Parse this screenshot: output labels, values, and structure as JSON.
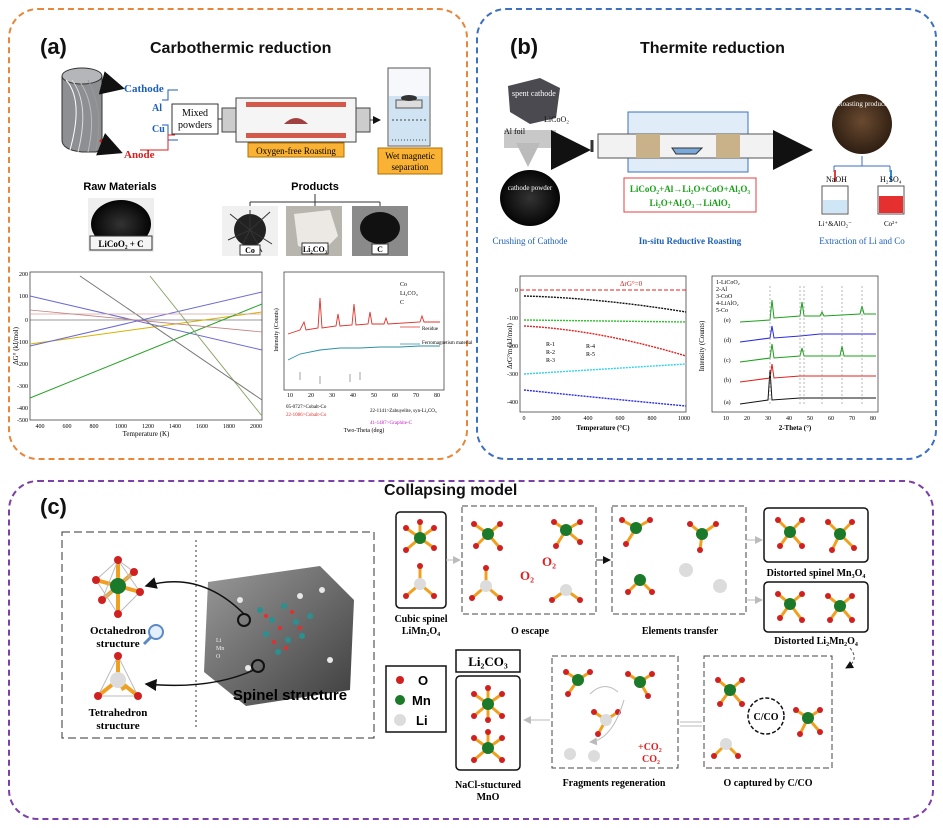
{
  "panel_a": {
    "label": "(a)",
    "title": "Carbothermic reduction",
    "cathode": "Cathode",
    "al": "Al",
    "cu": "Cu",
    "anode": "Anode",
    "mixed": [
      "Mixed",
      "powders"
    ],
    "roasting": "Oxygen-free Roasting",
    "wet": [
      "Wet magnetic",
      "separation"
    ],
    "raw_materials": "Raw Materials",
    "raw_box": "LiCoO₂ + C",
    "products": "Products",
    "prod_co": "Co",
    "prod_li": "Li₂CO₃",
    "prod_c": "C",
    "thermo_ylabel": "ΔG° (kJ/mol)",
    "thermo_xlabel": "Temperature (K)",
    "thermo_yticks": [
      "200",
      "100",
      "0",
      "-100",
      "-200",
      "-300",
      "-400",
      "-500"
    ],
    "thermo_xticks": [
      "400",
      "600",
      "800",
      "1000",
      "1200",
      "1400",
      "1600",
      "1800",
      "2000"
    ],
    "xrd_ylabel": "Intensity (Counts)",
    "xrd_xlabel": "Two-Theta (deg)",
    "xrd_xticks": [
      "10",
      "20",
      "30",
      "40",
      "50",
      "60",
      "70",
      "80"
    ],
    "xrd_legend": [
      "Co",
      "Li₂CO₃",
      "C"
    ],
    "xrd_traces": [
      "Residue",
      "Ferromagnetism material"
    ],
    "xrd_refs": [
      "05-0727>Cobalt-Co",
      "22-1086>Cobalt-Co",
      "22-1141>Zabuyelite, syn-Li₂CO₃",
      "41-1487>Graphite-C"
    ]
  },
  "panel_b": {
    "label": "(b)",
    "title": "Thermite reduction",
    "spent_cathode": "spent cathode",
    "licoo2": "LiCoO₂",
    "al_foil": "Al foil",
    "cathode_powder": "cathode powder",
    "crushing": "Crushing of Cathode",
    "reaction1": "LiCoO₂+Al→Li₂O+CoO+Al₂O₃",
    "reaction2": "Li₂O+Al₂O₃→LiAlO₂",
    "insitu": "In-situ Reductive Roasting",
    "roasting_product": "Roasting product",
    "naoh": "NaOH",
    "h2so4": "H₂SO₄",
    "li_alo2": "Li⁺&AlO₂⁻",
    "co2plus": "Co²⁺",
    "extraction": "Extraction of Li and Co",
    "dg_ylabel": "ΔrG°m (kJ/mol)",
    "dg_xlabel": "Temperature (°C)",
    "dg_zero": "ΔrG°=0",
    "dg_yticks": [
      "0",
      "-100",
      "-200",
      "-300",
      "-400"
    ],
    "dg_xticks": [
      "0",
      "200",
      "400",
      "600",
      "800",
      "1000"
    ],
    "dg_series": [
      "R-1",
      "R-2",
      "R-3",
      "R-4",
      "R-5"
    ],
    "xrd_ylabel": "Intensity (Counts)",
    "xrd_xlabel": "2-Theta (°)",
    "xrd_xticks": [
      "10",
      "20",
      "30",
      "40",
      "50",
      "60",
      "70",
      "80"
    ],
    "xrd_legend": [
      "1-LiCoO₂",
      "2-Al",
      "3-CoO",
      "4-LiAlO₂",
      "5-Co"
    ],
    "xrd_traces": [
      "(e)",
      "(d)",
      "(c)",
      "(b)",
      "(a)"
    ]
  },
  "panel_c": {
    "label": "(c)",
    "title": "Collapsing model",
    "octahedron": [
      "Octahedron",
      "structure"
    ],
    "tetrahedron": [
      "Tetrahedron",
      "structure"
    ],
    "spinel": "Spinel structure",
    "cube_legend": [
      "Li",
      "Mn",
      "O"
    ],
    "cubic_spinel": [
      "Cubic spinel",
      "LiMn₂O₄"
    ],
    "o_escape": "O escape",
    "o2": "O₂",
    "elements_transfer": "Elements transfer",
    "distorted_mn3o4": "Distorted spinel Mn₃O₄",
    "distorted_li2mn2o4": "Distorted Li₂Mn₂O₄",
    "li2co3": "Li₂CO₃",
    "legend": [
      "O",
      "Mn",
      "Li"
    ],
    "nacl_mno": [
      "NaCl-stuctured",
      "MnO"
    ],
    "fragments": "Fragments regeneration",
    "co2a": "+CO₂",
    "co2b": "CO₂",
    "o_captured": "O captured by C/CO",
    "cco": "C/CO"
  }
}
